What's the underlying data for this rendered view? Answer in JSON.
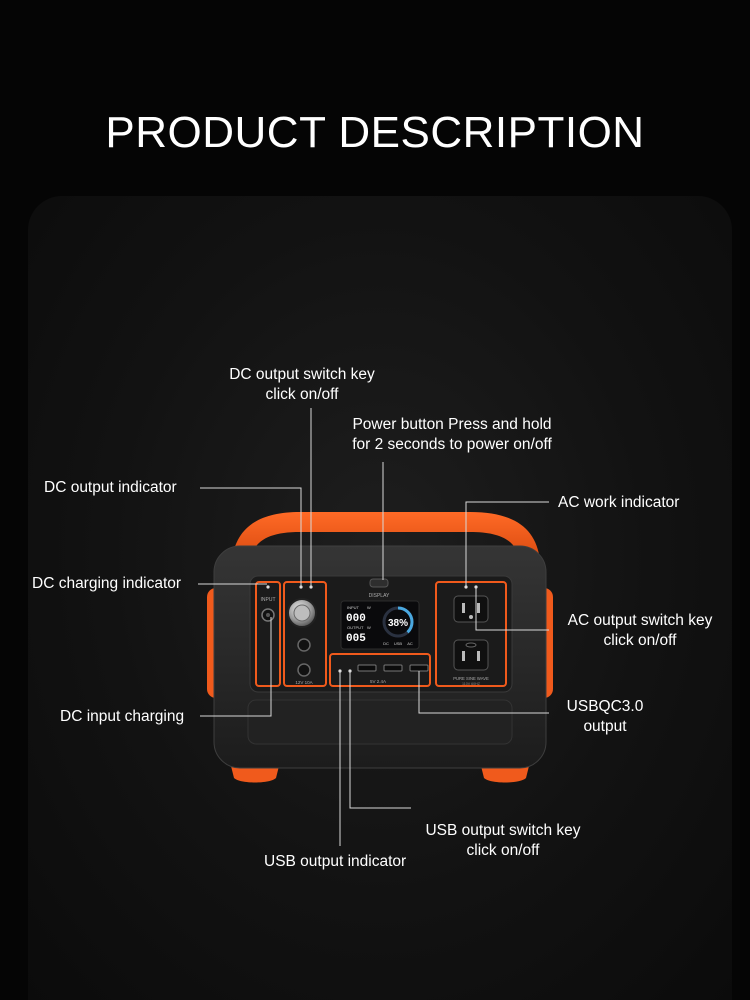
{
  "title": "PRODUCT DESCRIPTION",
  "colors": {
    "background": "#050505",
    "panel": "#161616",
    "accent": "#f05a1c",
    "body": "#2a2a2a",
    "text": "#ffffff"
  },
  "callouts": {
    "dc_output_switch_key": {
      "line1": "DC output switch key",
      "line2": "click on/off"
    },
    "power_button": {
      "line1": "Power button Press and hold",
      "line2": "for 2 seconds to power on/off"
    },
    "dc_output_indicator": "DC output indicator",
    "ac_work_indicator": "AC work indicator",
    "dc_charging_indicator": "DC charging indicator",
    "ac_output_switch_key": {
      "line1": "AC output switch key",
      "line2": "click on/off"
    },
    "usbqc_output": {
      "line1": "USBQC3.0",
      "line2": "output"
    },
    "dc_input_charging": "DC input charging",
    "usb_output_switch_key": {
      "line1": "USB output switch key",
      "line2": "click on/off"
    },
    "usb_output_indicator": "USB output indicator"
  },
  "device": {
    "display_label": "DISPLAY",
    "input_label": "INPUT",
    "screen_input_label": "INPUT",
    "screen_input_value": "000",
    "screen_input_unit": "W",
    "screen_output_label": "OUTPUT",
    "screen_output_value": "005",
    "screen_output_unit": "W",
    "battery_percent": "38%",
    "battery_level": 0.38,
    "screen_modes": [
      "DC",
      "USB",
      "AC"
    ],
    "dc_label": "12V 10A",
    "usb_label": "5V 2.4A",
    "ac_label_1": "PURE SINE WAVE",
    "ac_label_2": "110V 60HZ"
  }
}
